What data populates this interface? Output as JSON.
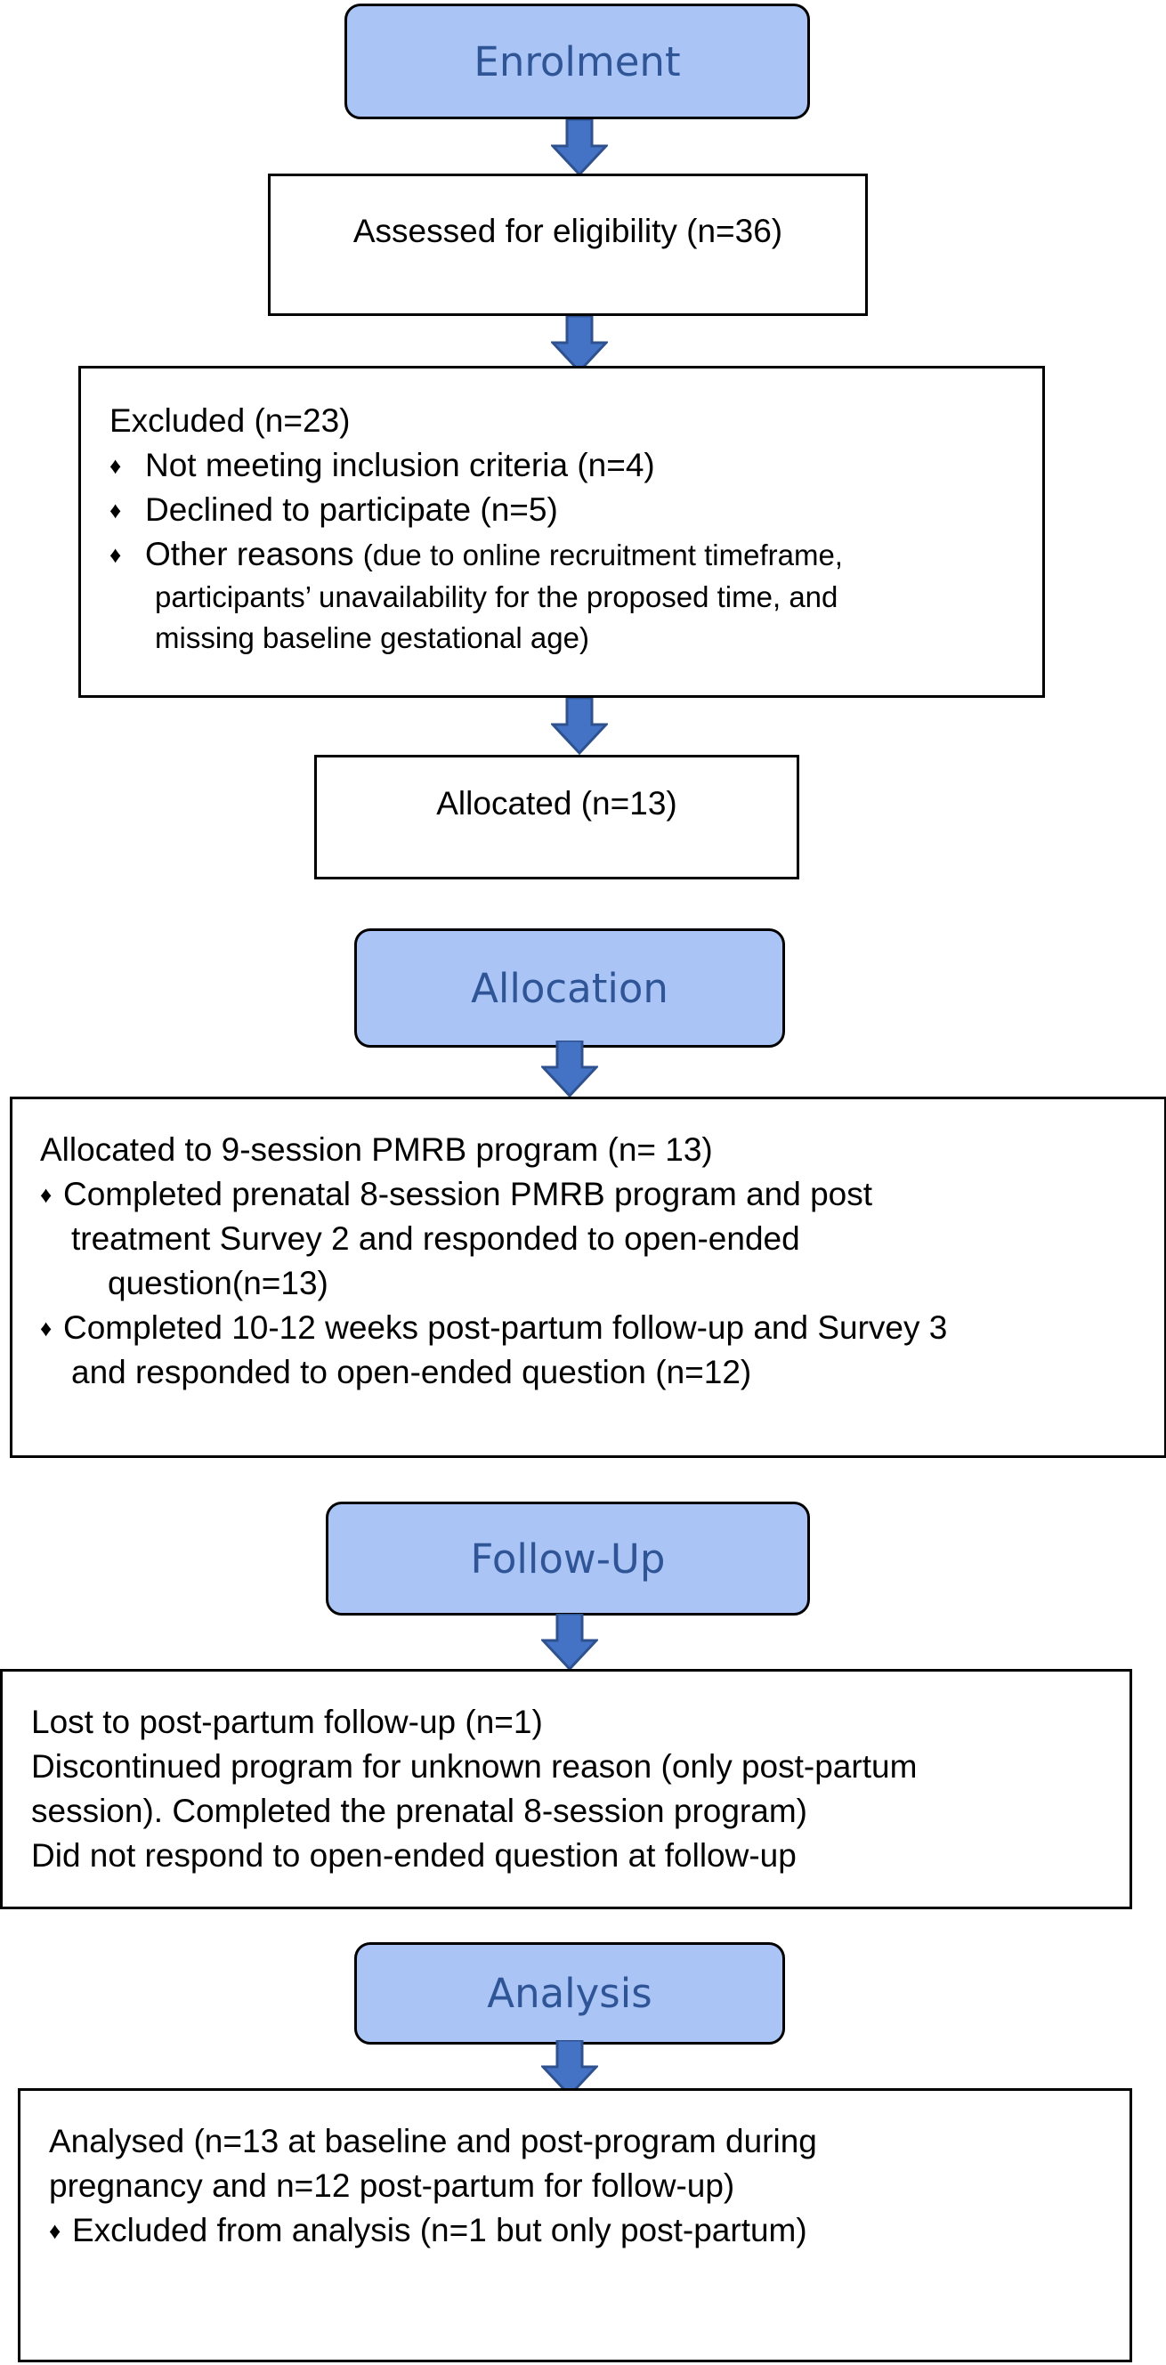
{
  "phases": {
    "enrolment": "Enrolment",
    "allocation": "Allocation",
    "follow_up": "Follow-Up",
    "analysis": "Analysis"
  },
  "assessed": "Assessed for eligibility (n=36)",
  "excluded": {
    "title": "Excluded (n=23)",
    "bullet_1": "Not meeting inclusion criteria (n=4)",
    "bullet_2": "Declined to participate (n=5)",
    "bullet_3_lead": "Other reasons ",
    "bullet_3_line_1": "(due to online recruitment timeframe,",
    "bullet_3_line_2": "participants’ unavailability for the proposed time, and",
    "bullet_3_line_3": "missing baseline gestational age)"
  },
  "allocated": "Allocated (n=13)",
  "allocation_box": {
    "title": "Allocated to 9-session PMRB program (n= 13)",
    "item_1_line_1": "Completed prenatal 8-session PMRB program and post",
    "item_1_line_2": "treatment Survey 2 and responded to open-ended",
    "item_1_line_3": "question(n=13)",
    "item_2_line_1": "Completed 10-12 weeks post-partum follow-up and Survey 3",
    "item_2_line_2": "and responded to open-ended question (n=12)"
  },
  "followup_box": {
    "line_1": "Lost to post-partum follow-up (n=1)",
    "line_2": "Discontinued program for unknown reason (only post-partum",
    "line_3": "session). Completed the prenatal 8-session program)",
    "line_4": "Did not respond to open-ended question at follow-up"
  },
  "analysis_box": {
    "line_1": "Analysed (n=13 at baseline and post-program during",
    "line_2": "pregnancy and n=12 post-partum for follow-up)",
    "item_1": "Excluded from analysis (n=1 but only post-partum)"
  },
  "bullet_symbol": "♦",
  "colors": {
    "phase_fill": "#a9c4f5",
    "phase_text": "#2f5597",
    "arrow_fill": "#4472c4",
    "arrow_stroke": "#2f528f"
  },
  "icons": {
    "arrow": "down-arrow-icon"
  }
}
